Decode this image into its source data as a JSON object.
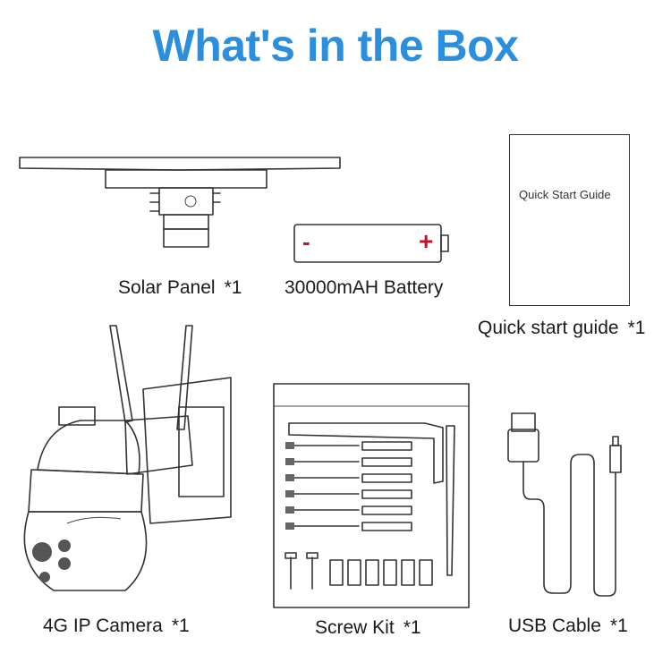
{
  "title": "What's in the Box",
  "accent_color": "#2b8fde",
  "items": [
    {
      "name": "Solar Panel",
      "qty": "*1"
    },
    {
      "name": "30000mAH Battery",
      "qty": ""
    },
    {
      "name": "Quick start guide",
      "qty": "*1",
      "cover_text": "Quick Start Guide"
    },
    {
      "name": "4G IP Camera",
      "qty": "*1"
    },
    {
      "name": "Screw Kit",
      "qty": "*1"
    },
    {
      "name": "USB Cable",
      "qty": "*1"
    }
  ],
  "battery": {
    "minus": "-",
    "plus": "+"
  }
}
